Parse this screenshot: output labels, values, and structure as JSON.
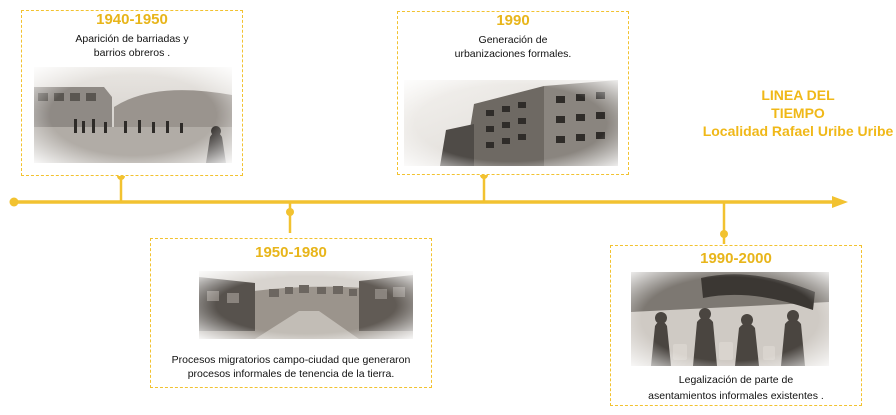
{
  "title": {
    "line1": "LINEA DEL",
    "line2": "TIEMPO",
    "line3": "Localidad Rafael Uribe Uribe"
  },
  "colors": {
    "accent": "#f2c230",
    "title": "#f0b818",
    "text": "#111111"
  },
  "events": [
    {
      "year": "1940-1950",
      "desc_line1": "Aparición de barriadas y",
      "desc_line2": "barrios obreros .",
      "image": "historical-neighborhood-photo"
    },
    {
      "year": "1950-1980",
      "desc_line1": "Procesos migratorios campo-ciudad que generaron",
      "desc_line2": "procesos informales de tenencia de la tierra.",
      "image": "hillside-informal-housing-photo"
    },
    {
      "year": "1990",
      "desc_line1": "Generación de",
      "desc_line2": "urbanizaciones formales.",
      "image": "apartment-buildings-photo"
    },
    {
      "year": "1990-2000",
      "desc_line1": "Legalización de parte de",
      "desc_line2": "asentamientos informales existentes .",
      "image": "water-delivery-photo"
    }
  ]
}
